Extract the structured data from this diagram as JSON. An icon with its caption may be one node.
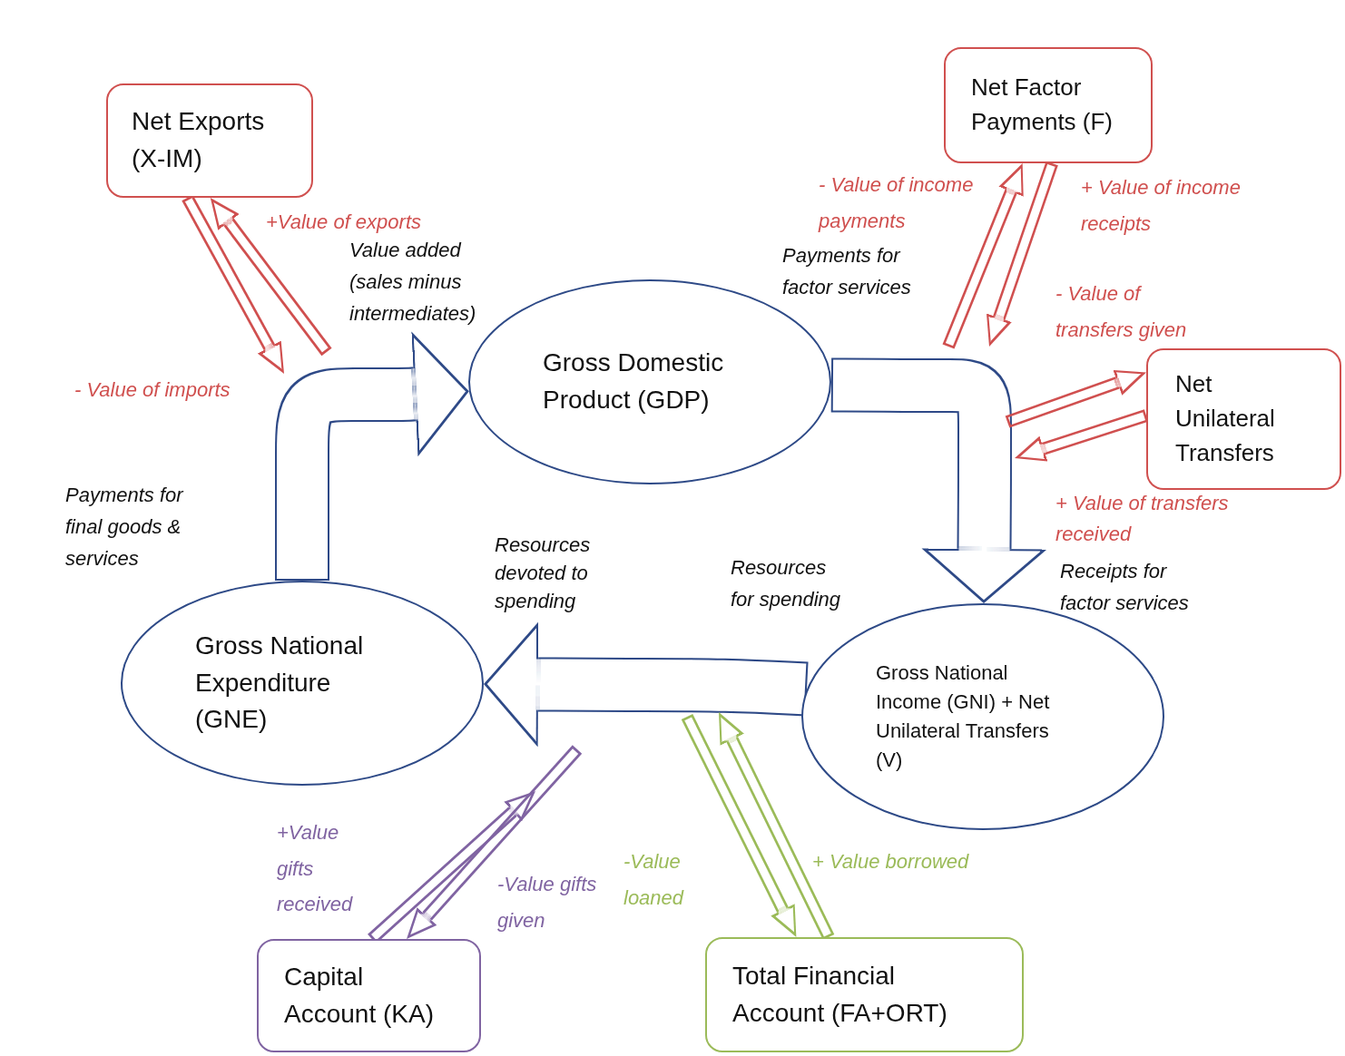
{
  "diagram": {
    "nodes": [
      {
        "text": [
          "Net Exports (X-IM)"
        ]
      },
      {
        "text": [
          "Net Factor Payments (F)"
        ]
      },
      {
        "text": [
          "Gross Domestic Product (GDP)"
        ]
      },
      {
        "text": [
          "Net Unilateral Transfers"
        ]
      },
      {
        "text": [
          "Gross National Expenditure (GNE)"
        ]
      },
      {
        "text": [
          "Gross National Income (GNI) + Net Unilateral Transfers (V)"
        ]
      },
      {
        "text": [
          "Capital Account (KA)"
        ]
      },
      {
        "text": [
          "Total Financial Account (FA+ORT)"
        ]
      }
    ],
    "edges": [
      {
        "from": 4,
        "to": 2,
        "arrow": "to",
        "style": "thick",
        "color": "#2e4a87"
      },
      {
        "from": 2,
        "to": 5,
        "arrow": "to",
        "style": "thick",
        "color": "#2e4a87"
      },
      {
        "from": 5,
        "to": 4,
        "arrow": "to",
        "style": "thick",
        "color": "#2e4a87"
      },
      {
        "from": 0,
        "to": null,
        "arrow": "to",
        "label": "- Value of imports",
        "color": "#d0504f"
      },
      {
        "from": null,
        "to": 0,
        "arrow": "to",
        "label": "+Value of exports",
        "color": "#d0504f"
      },
      {
        "from": null,
        "to": 1,
        "arrow": "to",
        "label": "- Value of income payments",
        "color": "#d0504f"
      },
      {
        "from": 1,
        "to": null,
        "arrow": "to",
        "label": "+ Value of income receipts",
        "color": "#d0504f"
      },
      {
        "from": null,
        "to": 3,
        "arrow": "to",
        "label": "- Value of transfers given",
        "color": "#d0504f"
      },
      {
        "from": 3,
        "to": null,
        "arrow": "to",
        "label": "+ Value of transfers received",
        "color": "#d0504f"
      },
      {
        "from": 6,
        "to": null,
        "arrow": "to",
        "label": "+Value gifts received",
        "color": "#8064a2"
      },
      {
        "from": null,
        "to": 6,
        "arrow": "to",
        "label": "-Value gifts given",
        "color": "#8064a2"
      },
      {
        "from": null,
        "to": 7,
        "arrow": "to",
        "label": "-Value loaned",
        "color": "#9bbb59"
      },
      {
        "from": 7,
        "to": null,
        "arrow": "to",
        "label": "+ Value borrowed",
        "color": "#9bbb59"
      }
    ],
    "labels": [
      "Value added (sales minus intermediates)",
      "Payments for factor services",
      "Payments for final goods & services",
      "Resources devoted to spending",
      "Resources for spending",
      "Receipts for factor services"
    ]
  }
}
